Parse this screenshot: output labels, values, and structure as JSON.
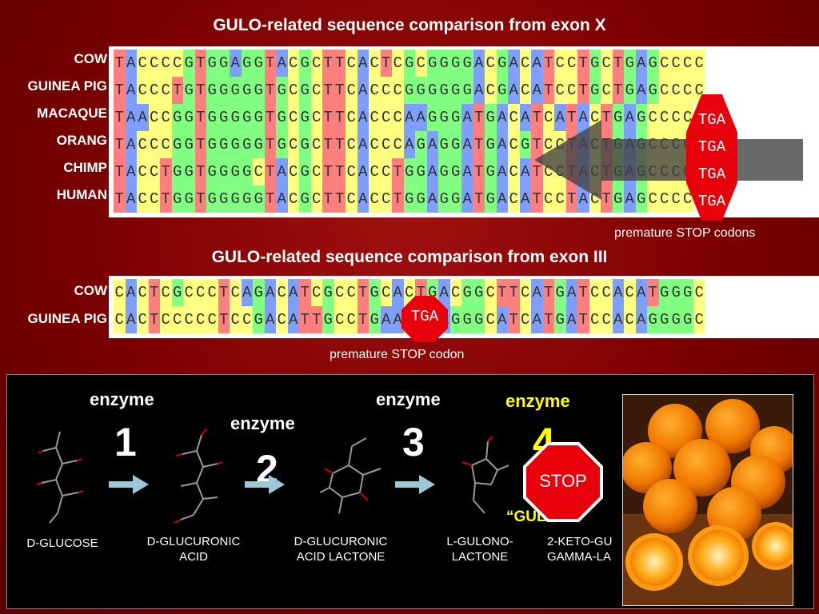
{
  "section1": {
    "title": "GULO-related sequence comparison from exon X",
    "rows": [
      {
        "species": "COW",
        "seq": "TACCCCGTGGAGGTACGCTTCACTCGCGGGGACGACATCCTGCTGAGCCCC"
      },
      {
        "species": "GUINEA PIG",
        "seq": "TACCCTGTGGGGGTGCGCTTCACCCGGGGGGACGACATCCTGCTGAGCCCC"
      },
      {
        "species": "MACAQUE",
        "seq": "TAACCGGTGGGGGTGCGCTTCACCCAAGGGATGACATCATACTGAGCCCC"
      },
      {
        "species": "ORANG",
        "seq": "TACCCGGTGGGGGTGCGCTTCACCCAGAGGATGACGTCCTACTGAGCCCC"
      },
      {
        "species": "CHIMP",
        "seq": "TACCTGGTGGGGCTACGCTTCACCTGGAGGATGACATCCTACTGAGCCCC"
      },
      {
        "species": "HUMAN",
        "seq": "TACCTGGTGGGGGTACGCTTCACCTGGAGGATGACATCCTACTGAGCCCC"
      }
    ],
    "stop_label": "TGA",
    "caption": "premature STOP codons"
  },
  "section2": {
    "title": "GULO-related sequence comparison from exon III",
    "rows": [
      {
        "species": "COW",
        "seq": "CACTCGCCCTCAGACATCGCCTGCACTGACGGCTTCATGATCCACATGGGC"
      },
      {
        "species": "GUINEA PIG",
        "seq": "CACTCCCCCTCCGACATTGCCTGAACAGAGGGCATCATGATCCACAGGGGC"
      }
    ],
    "stop_label": "TGA",
    "caption": "premature STOP codon"
  },
  "pathway": {
    "enzymes": [
      {
        "label": "enzyme",
        "number": "1"
      },
      {
        "label": "enzyme",
        "number": "2"
      },
      {
        "label": "enzyme",
        "number": "3"
      },
      {
        "label": "enzyme",
        "number": "4"
      }
    ],
    "enzyme4_name": "“GULO”",
    "stop_sign": "STOP",
    "compounds": [
      {
        "line1": "D-GLUCOSE",
        "line2": ""
      },
      {
        "line1": "D-GLUCURONIC",
        "line2": "ACID"
      },
      {
        "line1": "D-GLUCURONIC",
        "line2": "ACID LACTONE"
      },
      {
        "line1": "L-GULONO-",
        "line2": "LACTONE"
      },
      {
        "line1": "2-KETO-GU",
        "line2": "GAMMA-LA"
      }
    ]
  },
  "colors": {
    "A": "#7f9fff",
    "C": "#ffff80",
    "G": "#80ff80",
    "T": "#ff7f7f",
    "stop": "#e8000a",
    "enzyme4": "#ffff00"
  }
}
